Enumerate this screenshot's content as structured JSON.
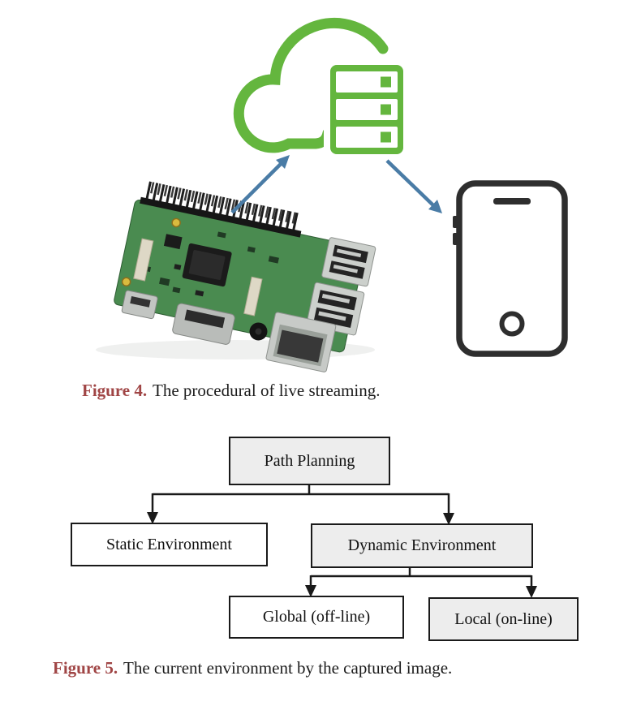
{
  "figure4": {
    "caption": {
      "label": "Figure 4.",
      "text": "The procedural of live streaming."
    },
    "icons": [
      {
        "name": "raspberry-pi-image",
        "description": "Raspberry Pi single-board computer photo"
      },
      {
        "name": "cloud-server-icon",
        "description": "Cloud with server rack",
        "color": "#64b63e"
      },
      {
        "name": "smartphone-icon",
        "description": "Smartphone outline"
      },
      {
        "name": "upload-arrow",
        "description": "Arrow from Raspberry Pi up to cloud server",
        "color": "#4a7ca6"
      },
      {
        "name": "download-arrow",
        "description": "Arrow from cloud server down to smartphone",
        "color": "#4a7ca6"
      }
    ]
  },
  "figure5": {
    "caption": {
      "label": "Figure 5.",
      "text": "The current environment by the captured image."
    },
    "chart_data": {
      "type": "flowchart",
      "nodes": [
        {
          "id": "path-planning",
          "label": "Path Planning",
          "fill": "#ededed"
        },
        {
          "id": "static-environment",
          "label": "Static Environment",
          "fill": "#ffffff"
        },
        {
          "id": "dynamic-environment",
          "label": "Dynamic Environment",
          "fill": "#ededed"
        },
        {
          "id": "global-offline",
          "label": "Global (off-line)",
          "fill": "#ffffff"
        },
        {
          "id": "local-online",
          "label": "Local (on-line)",
          "fill": "#ededed"
        }
      ],
      "edges": [
        {
          "from": "path-planning",
          "to": "static-environment"
        },
        {
          "from": "path-planning",
          "to": "dynamic-environment"
        },
        {
          "from": "dynamic-environment",
          "to": "global-offline"
        },
        {
          "from": "dynamic-environment",
          "to": "local-online"
        }
      ]
    }
  },
  "colors": {
    "caption_accent": "#a04545",
    "icon_green": "#64b63e",
    "arrow_blue": "#4a7ca6",
    "flowchart_line": "#1a1a1a",
    "node_gray_fill": "#ededed"
  }
}
